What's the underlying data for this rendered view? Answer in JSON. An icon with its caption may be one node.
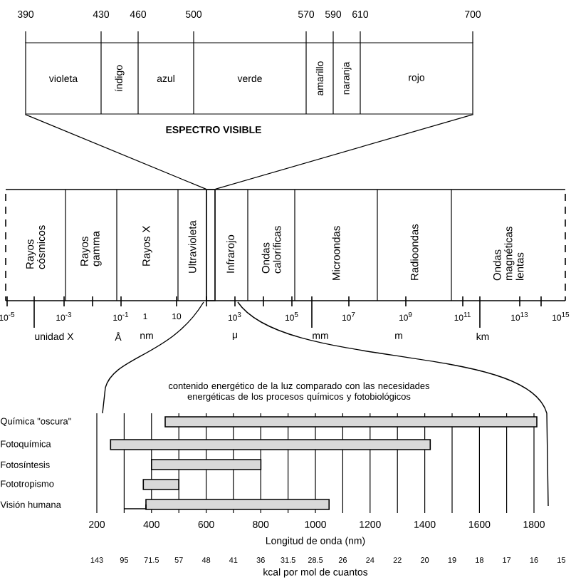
{
  "diagram": {
    "nodes": [
      {
        "text": [
          "ESPECTRO VISIBLE"
        ]
      },
      {
        "text": [
          "violeta"
        ],
        "in": 0
      },
      {
        "text": [
          "índigo"
        ],
        "in": 0
      },
      {
        "text": [
          "azul"
        ],
        "in": 0
      },
      {
        "text": [
          "verde"
        ],
        "in": 0
      },
      {
        "text": [
          "amarillo"
        ],
        "in": 0
      },
      {
        "text": [
          "naranja"
        ],
        "in": 0
      },
      {
        "text": [
          "rojo"
        ],
        "in": 0
      },
      {
        "text": [],
        "shape": "box"
      },
      {
        "text": [
          "Rayos cósmicos"
        ],
        "in": 8
      },
      {
        "text": [
          "Rayos gamma"
        ],
        "in": 8
      },
      {
        "text": [
          "Rayos X"
        ],
        "in": 8
      },
      {
        "text": [
          "Ultravioleta"
        ],
        "in": 8
      },
      {
        "text": [],
        "shape": "box",
        "in": 8
      },
      {
        "text": [
          "Infrarojo"
        ],
        "in": 8
      },
      {
        "text": [
          "Ondas caloríficas"
        ],
        "in": 8
      },
      {
        "text": [
          "Microondas"
        ],
        "in": 8
      },
      {
        "text": [
          "Radioondas"
        ],
        "in": 8
      },
      {
        "text": [
          "Ondas magnéticas lentas"
        ],
        "in": 8
      },
      {
        "text": [],
        "shape": "bar"
      },
      {
        "text": [],
        "shape": "bar"
      },
      {
        "text": [],
        "shape": "bar"
      },
      {
        "text": [],
        "shape": "bar"
      },
      {
        "text": [],
        "shape": "bar"
      }
    ],
    "edges": [
      {
        "from": 0,
        "to": 13,
        "arrow": "none"
      },
      {
        "from": 0,
        "to": 13,
        "arrow": "none"
      }
    ],
    "labels": [
      "390",
      "430",
      "460",
      "500",
      "570",
      "590",
      "610",
      "700",
      "10$^{-5}$",
      "10$^{-3}$",
      "10$^{-1}$",
      "1",
      "10",
      "10$^{3}$",
      "10$^{5}$",
      "10$^{7}$",
      "10$^{9}$",
      "10$^{11}$",
      "10$^{13}$",
      "10$^{15}$",
      "unidad X",
      "Å",
      "nm",
      "μ",
      "mm",
      "m",
      "km",
      "contenido energético de la luz comparado con las necesidades energéticas de los procesos químicos y fotobiológicos",
      "Química \"oscura\"",
      "Fotoquímica",
      "Fotosíntesis",
      "Fototropismo",
      "Visión humana",
      "200",
      "400",
      "600",
      "800",
      "1000",
      "1200",
      "1400",
      "1600",
      "1800",
      "Longitud de onda (nm)",
      "143",
      "95",
      "71.5",
      "57",
      "48",
      "41",
      "36",
      "31.5",
      "28.5",
      "26",
      "24",
      "22",
      "20",
      "19",
      "18",
      "17",
      "16",
      "15",
      "kcal por mol de cuantos"
    ]
  }
}
